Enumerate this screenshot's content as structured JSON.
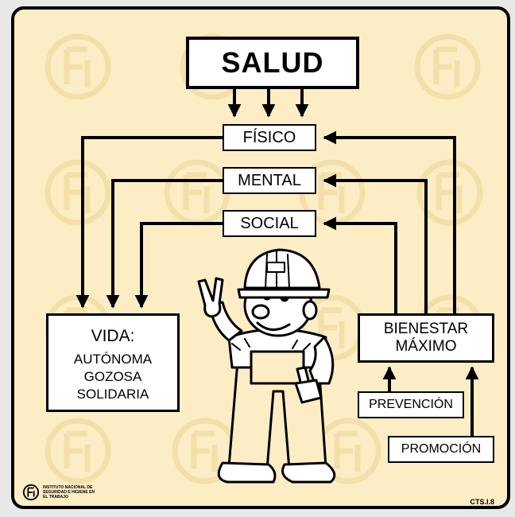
{
  "title": "SALUD",
  "dimensions": [
    "FÍSICO",
    "MENTAL",
    "SOCIAL"
  ],
  "vida": {
    "title": "VIDA:",
    "lines": [
      "AUTÓNOMA",
      "GOZOSA",
      "SOLIDARIA"
    ]
  },
  "bienestar": {
    "line1": "BIENESTAR",
    "line2": "MÁXIMO"
  },
  "prevencion": "PREVENCIÓN",
  "promocion": "PROMOCIÓN",
  "logo": {
    "text": "INSTITUTO NACIONAL DE SEGURIDAD E HIGIENE EN EL TRABAJO",
    "mark": "INSHT-logo-icon"
  },
  "code": "CTS.I.8",
  "colors": {
    "background": "#fcedc5",
    "watermark": "#f3dfa9",
    "helmet": "#ffffff",
    "outline": "#000000"
  }
}
